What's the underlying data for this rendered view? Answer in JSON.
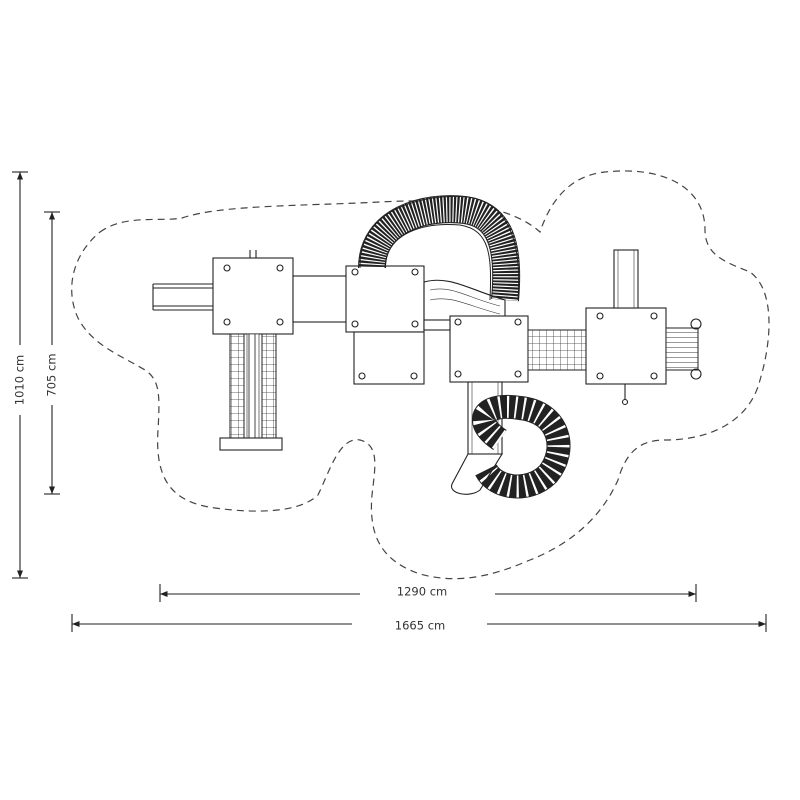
{
  "dimensions": {
    "overall_width": "1665 cm",
    "structure_width": "1290 cm",
    "overall_depth": "1010 cm",
    "structure_depth": "705 cm"
  },
  "colors": {
    "line": "#222222",
    "background": "#ffffff"
  }
}
